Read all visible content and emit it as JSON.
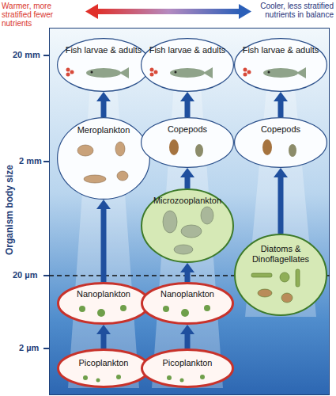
{
  "diagram": {
    "nodes": [
      {
        "text": [
          "Fish larvae & adults"
        ]
      },
      {
        "text": [
          "Fish larvae & adults"
        ]
      },
      {
        "text": [
          "Fish larvae & adults"
        ]
      },
      {
        "text": [
          "Meroplankton"
        ]
      },
      {
        "text": [
          "Copepods"
        ]
      },
      {
        "text": [
          "Copepods"
        ]
      },
      {
        "text": [
          "Microzooplankton"
        ]
      },
      {
        "text": [
          "Diatoms & Dinoflagellates"
        ]
      },
      {
        "text": [
          "Nanoplankton"
        ]
      },
      {
        "text": [
          "Nanoplankton"
        ]
      },
      {
        "text": [
          "Picoplankton"
        ]
      },
      {
        "text": [
          "Picoplankton"
        ]
      }
    ],
    "edges": [
      {
        "from": 10,
        "to": 8,
        "arrow": "to"
      },
      {
        "from": 8,
        "to": 3,
        "arrow": "to"
      },
      {
        "from": 3,
        "to": 0,
        "arrow": "to"
      },
      {
        "from": 11,
        "to": 9,
        "arrow": "to"
      },
      {
        "from": 9,
        "to": 6,
        "arrow": "to"
      },
      {
        "from": 6,
        "to": 4,
        "arrow": "to"
      },
      {
        "from": 4,
        "to": 1,
        "arrow": "to"
      },
      {
        "from": 7,
        "to": 5,
        "arrow": "to"
      },
      {
        "from": 5,
        "to": 2,
        "arrow": "to"
      }
    ],
    "labels": [
      "Warmer, more stratified fewer nutrients",
      "Cooler, less stratified nutrients in balance",
      "20 mm",
      "2 mm",
      "20 µm",
      "2 µm",
      "Organism body size"
    ]
  }
}
